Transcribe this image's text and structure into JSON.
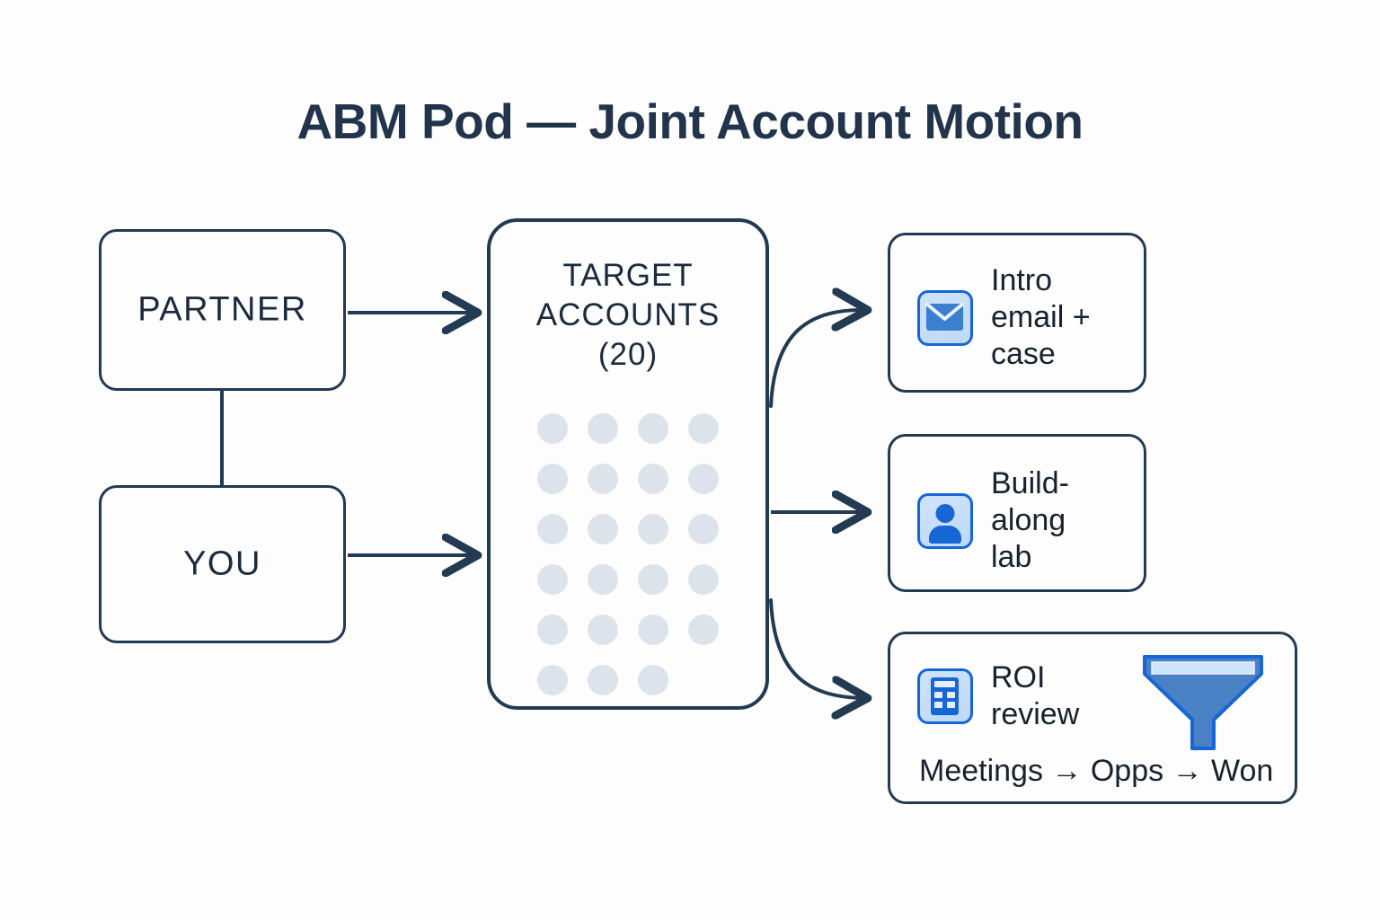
{
  "page": {
    "title": "ABM Pod — Joint Account Motion",
    "background_color": "#fdfdfd",
    "ink_color": "#223a52",
    "accent_blue": "#1766d6",
    "dot_color": "#dde3ea"
  },
  "inputs": [
    {
      "id": "partner",
      "label": "PARTNER"
    },
    {
      "id": "you",
      "label": "YOU"
    }
  ],
  "target_panel": {
    "title": "TARGET\nACCOUNTS\n(20)",
    "count": 20,
    "dot_count": 23,
    "dot_columns": 4,
    "dot_rows": [
      4,
      4,
      4,
      4,
      4,
      3
    ]
  },
  "outcomes": [
    {
      "id": "intro-email",
      "icon": "envelope-icon",
      "label": "Intro\nemail +\ncase"
    },
    {
      "id": "build-along-lab",
      "icon": "person-icon",
      "label": "Build-\nalong\nlab"
    },
    {
      "id": "roi-review",
      "icon": "calculator-icon",
      "label": "ROI\nreview",
      "secondary_icon": "funnel-icon",
      "footer": "Meetings → Opps → Won"
    }
  ],
  "connectors": [
    {
      "from": "partner",
      "to": "target-accounts",
      "style": "straight-arrow"
    },
    {
      "from": "you",
      "to": "target-accounts",
      "style": "straight-arrow"
    },
    {
      "from": "partner",
      "to": "you",
      "style": "line"
    },
    {
      "from": "target-accounts",
      "to": "intro-email",
      "style": "curved-arrow-up"
    },
    {
      "from": "target-accounts",
      "to": "build-along-lab",
      "style": "straight-arrow"
    },
    {
      "from": "target-accounts",
      "to": "roi-review",
      "style": "curved-arrow-down"
    }
  ]
}
